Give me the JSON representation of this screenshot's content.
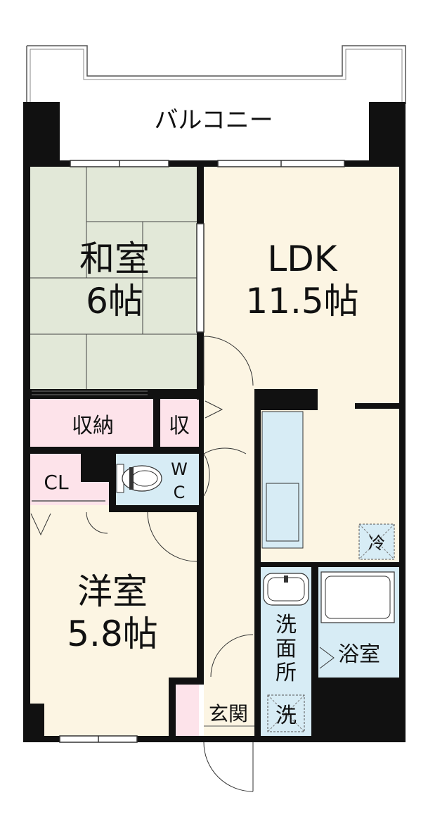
{
  "rooms": {
    "balcony": {
      "label": "バルコニー"
    },
    "washitsu": {
      "name": "和室",
      "size": "6帖"
    },
    "ldk": {
      "name": "LDK",
      "size": "11.5帖"
    },
    "shuno": {
      "label": "収納"
    },
    "shu": {
      "label": "収"
    },
    "cl": {
      "label": "CL"
    },
    "wc": {
      "line1": "W",
      "line2": "C"
    },
    "yoshitsu": {
      "name": "洋室",
      "size": "5.8帖"
    },
    "senmenjo": {
      "line1": "洗",
      "line2": "面",
      "line3": "所"
    },
    "yokushitsu": {
      "label": "浴室"
    },
    "genkan": {
      "label": "玄関"
    }
  },
  "fixtures": {
    "fridge": {
      "label": "冷"
    },
    "washer": {
      "label": "洗"
    }
  },
  "colors": {
    "tatami": "#e2e8d8",
    "wood": "#fcf5e3",
    "storage": "#fde3ea",
    "wet": "#d7ecf5",
    "wall": "#111111"
  }
}
